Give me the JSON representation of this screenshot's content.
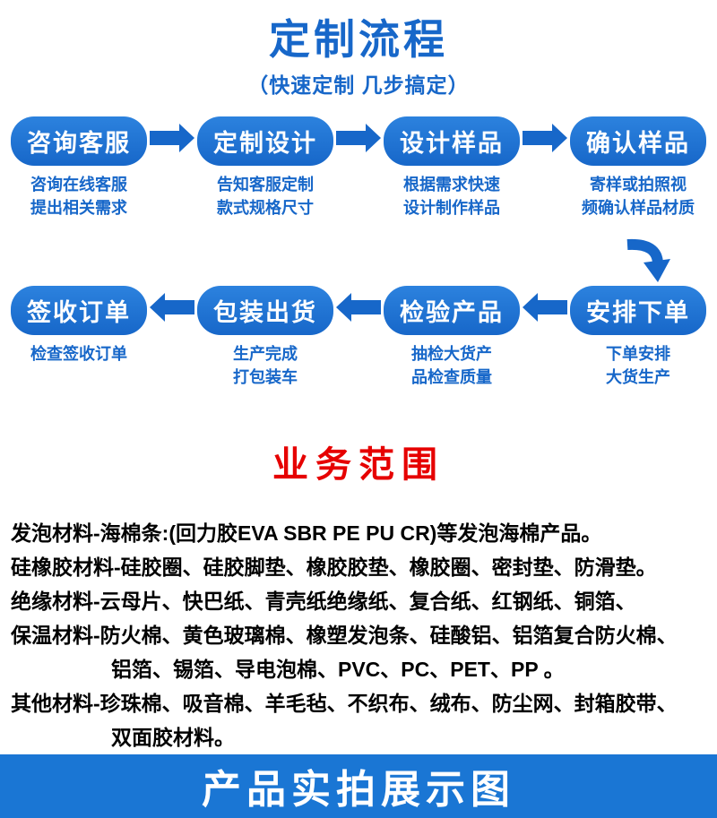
{
  "colors": {
    "accent": "#1767c9",
    "banner_blue": "#1a76d4",
    "title_red": "#e60000"
  },
  "header": {
    "title": "定制流程",
    "subtitle": "（快速定制 几步搞定）"
  },
  "process": {
    "row1": [
      {
        "label": "咨询客服",
        "desc1": "咨询在线客服",
        "desc2": "提出相关需求"
      },
      {
        "label": "定制设计",
        "desc1": "告知客服定制",
        "desc2": "款式规格尺寸"
      },
      {
        "label": "设计样品",
        "desc1": "根据需求快速",
        "desc2": "设计制作样品"
      },
      {
        "label": "确认样品",
        "desc1": "寄样或拍照视",
        "desc2": "频确认样品材质"
      }
    ],
    "row2": [
      {
        "label": "签收订单",
        "desc1": "检查签收订单",
        "desc2": ""
      },
      {
        "label": "包装出货",
        "desc1": "生产完成",
        "desc2": "打包装车"
      },
      {
        "label": "检验产品",
        "desc1": "抽检大货产",
        "desc2": "品检查质量"
      },
      {
        "label": "安排下单",
        "desc1": "下单安排",
        "desc2": "大货生产"
      }
    ]
  },
  "business": {
    "title": "业务范围",
    "lines": [
      "发泡材料-海棉条:(回力胶EVA SBR PE PU CR)等发泡海棉产品。",
      "硅橡胶材料-硅胶圈、硅胶脚垫、橡胶胶垫、橡胶圈、密封垫、防滑垫。",
      "绝缘材料-云母片、快巴纸、青壳纸绝缘纸、复合纸、红钢纸、铜箔、",
      "保温材料-防火棉、黄色玻璃棉、橡塑发泡条、硅酸铝、铝箔复合防火棉、",
      "铝箔、锡箔、导电泡棉、PVC、PC、PET、PP 。",
      "其他材料-珍珠棉、吸音棉、羊毛毡、不织布、绒布、防尘网、封箱胶带、",
      "双面胶材料。"
    ]
  },
  "banner": {
    "title": "产品实拍展示图"
  }
}
